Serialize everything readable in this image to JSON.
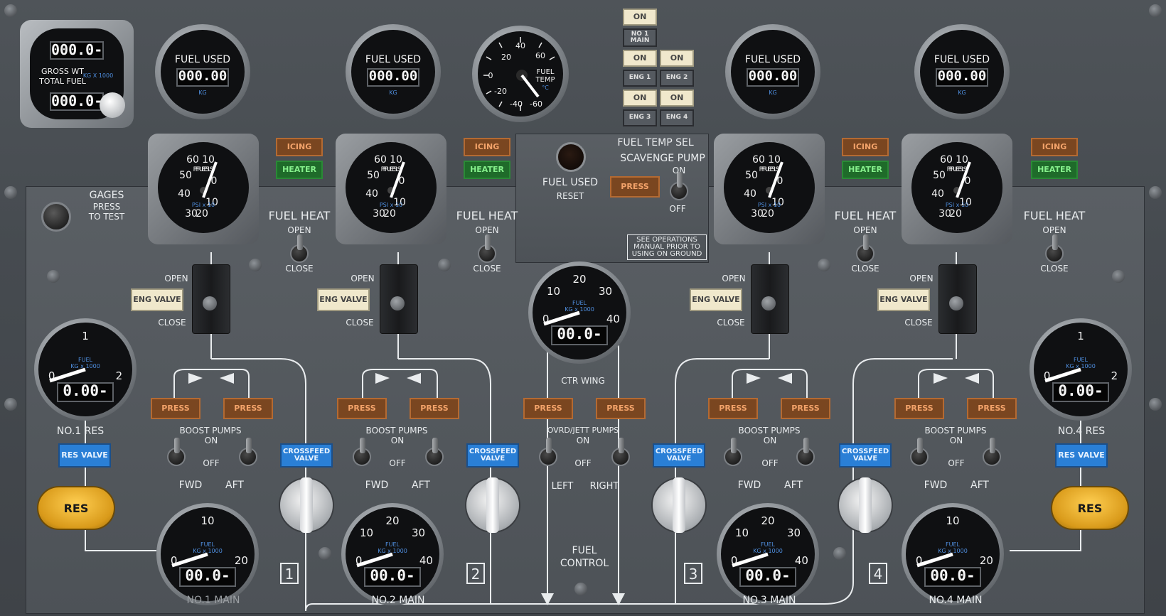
{
  "top": {
    "gross_wt": {
      "upper": "000.0-",
      "label1": "GROSS WT",
      "label2": "TOTAL FUEL",
      "unit": "KG X 1000",
      "lower": "000.0-"
    },
    "fuel_used": [
      {
        "label": "FUEL USED",
        "value": "000.00",
        "unit": "KG"
      },
      {
        "label": "FUEL USED",
        "value": "000.00",
        "unit": "KG"
      },
      {
        "label": "FUEL USED",
        "value": "000.00",
        "unit": "KG"
      },
      {
        "label": "FUEL USED",
        "value": "000.00",
        "unit": "KG"
      }
    ],
    "fuel_temp": {
      "label1": "FUEL",
      "label2": "TEMP",
      "unit": "°C",
      "ticks": [
        "20",
        "40",
        "60",
        "0",
        "-20",
        "-40",
        "-60"
      ],
      "needle_value": -60
    },
    "temp_sel_lights": {
      "on": "ON",
      "no1main": "NO 1 MAIN",
      "eng1": "ENG 1",
      "eng2": "ENG 2",
      "eng3": "ENG 3",
      "eng4": "ENG 4"
    }
  },
  "press_gauge": {
    "label1": "FUEL",
    "label2": "PRESS",
    "unit": "PSI x 10",
    "ticks": [
      "60",
      "50",
      "40",
      "30",
      "20",
      "10",
      "0",
      "10"
    ],
    "needle_value": 8
  },
  "lights": {
    "icing": "ICING",
    "heater": "HEATER",
    "eng_valve": "ENG VALVE",
    "press": "PRESS",
    "res_valve": "RES VALVE",
    "crossfeed_valve": "CROSSFEED VALVE"
  },
  "labels": {
    "fuel_heat": "FUEL HEAT",
    "open": "OPEN",
    "close": "CLOSE",
    "gages": "GAGES",
    "press_to_test": "PRESS",
    "press_to_test2": "TO TEST",
    "fuel_used_reset": "FUEL USED",
    "reset": "RESET",
    "fuel_temp_sel": "FUEL TEMP SEL",
    "scavenge_pump": "SCAVENGE PUMP",
    "on": "ON",
    "off": "OFF",
    "see_ops1": "SEE OPERATIONS",
    "see_ops2": "MANUAL PRIOR TO",
    "see_ops3": "USING ON GROUND",
    "boost_pumps": "BOOST PUMPS",
    "boost_on": "ON",
    "boost_off": "OFF",
    "fwd": "FWD",
    "aft": "AFT",
    "ctr_wing": "CTR WING",
    "ovrd_jett": "OVRD/JETT PUMPS",
    "left": "LEFT",
    "right": "RIGHT",
    "fuel_control1": "FUEL",
    "fuel_control2": "CONTROL",
    "no1_res": "NO.1 RES",
    "no4_res": "NO.4 RES",
    "res": "RES",
    "no1_main": "NO.1 MAIN",
    "no2_main": "NO.2 MAIN",
    "no3_main": "NO.3 MAIN",
    "no4_main": "NO.4 MAIN",
    "eng1": "1",
    "eng2": "2",
    "eng3": "3",
    "eng4": "4"
  },
  "qty_gauges": {
    "res": {
      "label": "FUEL",
      "unit": "KG x 1000",
      "value": "0.00-",
      "ticks": [
        "0",
        "1",
        "2"
      ]
    },
    "main14": {
      "label": "FUEL",
      "unit": "KG x 1000",
      "value": "00.0-",
      "ticks": [
        "0",
        "10",
        "20"
      ]
    },
    "main23": {
      "label": "FUEL",
      "unit": "KG x 1000",
      "value": "00.0-",
      "ticks": [
        "0",
        "10",
        "20",
        "30",
        "40"
      ]
    },
    "ctr": {
      "label": "FUEL",
      "unit": "KG x 1000",
      "value": "00.0-",
      "ticks": [
        "0",
        "10",
        "20",
        "30",
        "40"
      ]
    }
  },
  "colors": {
    "amber": "#f3a36a",
    "green": "#86f08c",
    "blue": "#2a7fd6",
    "cream": "#f0e8cc",
    "panel": "#4d5257"
  }
}
